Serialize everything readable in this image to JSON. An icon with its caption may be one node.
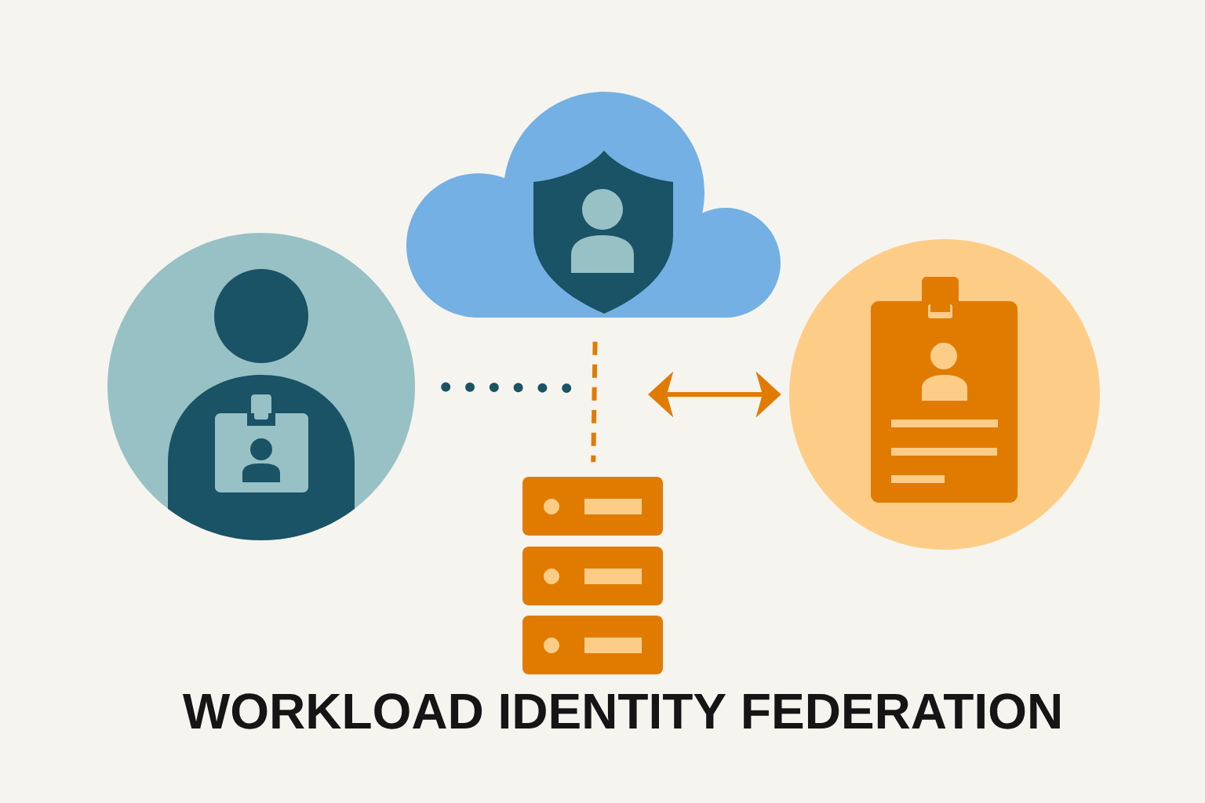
{
  "diagram": {
    "title": "WORKLOAD IDENTITY FEDERATION",
    "nodes": [
      {
        "text": [],
        "shape": "circle"
      },
      {
        "text": [],
        "shape": "cloud"
      },
      {
        "text": [],
        "shape": "server"
      },
      {
        "text": [],
        "shape": "circle"
      }
    ],
    "edges": [
      {
        "from": 0,
        "to": null,
        "arrow": "none",
        "style": "dashed",
        "color": "#1a5266"
      },
      {
        "from": 1,
        "to": 2,
        "arrow": "none",
        "style": "dashed",
        "color": "#e07b00"
      },
      {
        "from": null,
        "to": 3,
        "arrow": "both",
        "color": "#e07b00"
      }
    ]
  }
}
